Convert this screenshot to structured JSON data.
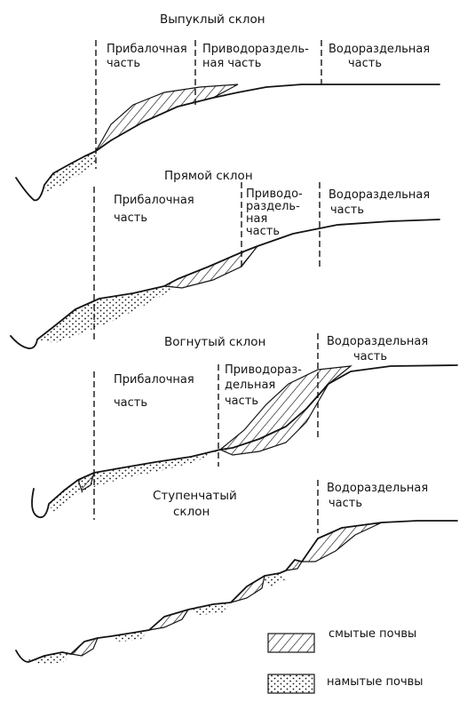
{
  "diagrams": {
    "convex": {
      "title": "Выпуклый склон",
      "zone_footslope": [
        "Прибалочная",
        "часть"
      ],
      "zone_midslope": [
        "Приводораздель-",
        "ная часть"
      ],
      "zone_watershed": [
        "Водораздельная",
        "часть"
      ]
    },
    "straight": {
      "title": "Прямой склон",
      "zone_footslope": [
        "Прибалочная",
        "часть"
      ],
      "zone_midslope": [
        "Приводо-",
        "раздель-",
        "ная",
        "часть"
      ],
      "zone_watershed": [
        "Водораздельная",
        "часть"
      ]
    },
    "concave": {
      "title": "Вогнутый склон",
      "zone_footslope": [
        "Прибалочная",
        "часть"
      ],
      "zone_midslope": [
        "Приводораз-",
        "дельная",
        "часть"
      ],
      "zone_watershed": [
        "Водораздельная",
        "часть"
      ]
    },
    "stepped": {
      "title": [
        "Ступенчатый",
        "склон"
      ],
      "zone_watershed": [
        "Водораздельная",
        "часть"
      ]
    }
  },
  "legend": {
    "eroded": "смытые почвы",
    "deposited": "намытые почвы"
  },
  "colors": {
    "ink": "#141414",
    "paper": "#ffffff"
  }
}
